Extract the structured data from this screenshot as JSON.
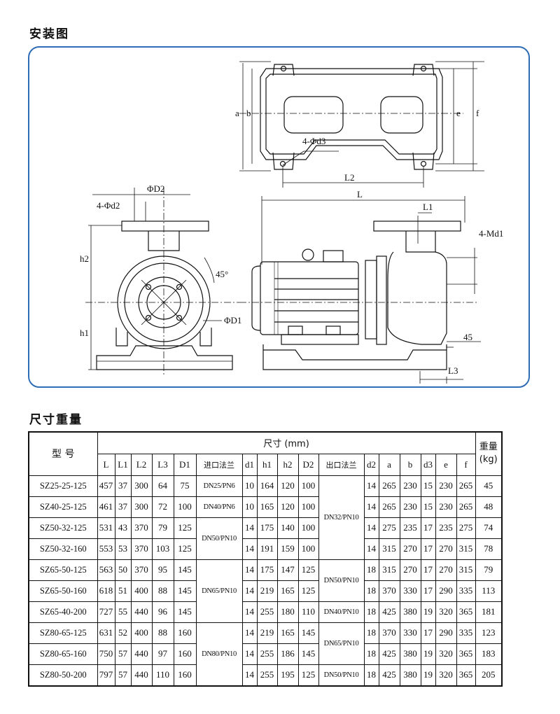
{
  "headings": {
    "install": "安装图",
    "dims": "尺寸重量"
  },
  "drawing_labels": {
    "a": "a",
    "b": "b",
    "e": "e",
    "f": "f",
    "d3": "4-Φd3",
    "L2": "L2",
    "L": "L",
    "L1": "L1",
    "Md1": "4-Md1",
    "D2": "ΦD2",
    "d2": "4-Φd2",
    "h2": "h2",
    "h1": "h1",
    "deg": "45°",
    "D1": "ΦD1",
    "n45": "45",
    "L3": "L3"
  },
  "table": {
    "model_header": "型 号",
    "dims_header": "尺寸 (mm)",
    "weight_header": "重量\n(kg)",
    "columns": [
      "L",
      "L1",
      "L2",
      "L3",
      "D1",
      "进口法兰",
      "d1",
      "h1",
      "h2",
      "D2",
      "出口法兰",
      "d2",
      "a",
      "b",
      "d3",
      "e",
      "f"
    ],
    "inlet_groups": [
      "DN50/PN10",
      "DN65/PN10",
      "DN80/PN10"
    ],
    "outlet_groups": [
      "DN32/PN10",
      "DN50/PN10",
      "DN40/PN10",
      "DN65/PN10",
      "DN50/PN10"
    ],
    "rows": [
      {
        "model": "SZ25-25-125",
        "L": "457",
        "L1": "37",
        "L2": "300",
        "L3": "64",
        "D1": "75",
        "inlet": "DN25/PN6",
        "d1": "10",
        "h1": "164",
        "h2": "120",
        "D2": "100",
        "d2": "14",
        "a": "265",
        "b": "230",
        "d3": "15",
        "e": "230",
        "f": "265",
        "w": "45"
      },
      {
        "model": "SZ40-25-125",
        "L": "461",
        "L1": "37",
        "L2": "300",
        "L3": "72",
        "D1": "100",
        "inlet": "DN40/PN6",
        "d1": "10",
        "h1": "165",
        "h2": "120",
        "D2": "100",
        "d2": "14",
        "a": "265",
        "b": "230",
        "d3": "15",
        "e": "230",
        "f": "265",
        "w": "48"
      },
      {
        "model": "SZ50-32-125",
        "L": "531",
        "L1": "43",
        "L2": "370",
        "L3": "79",
        "D1": "125",
        "d1": "14",
        "h1": "175",
        "h2": "140",
        "D2": "100",
        "d2": "14",
        "a": "275",
        "b": "235",
        "d3": "17",
        "e": "235",
        "f": "275",
        "w": "74"
      },
      {
        "model": "SZ50-32-160",
        "L": "553",
        "L1": "53",
        "L2": "370",
        "L3": "103",
        "D1": "125",
        "d1": "14",
        "h1": "191",
        "h2": "159",
        "D2": "100",
        "d2": "14",
        "a": "315",
        "b": "270",
        "d3": "17",
        "e": "270",
        "f": "315",
        "w": "78"
      },
      {
        "model": "SZ65-50-125",
        "L": "563",
        "L1": "50",
        "L2": "370",
        "L3": "95",
        "D1": "145",
        "d1": "14",
        "h1": "175",
        "h2": "147",
        "D2": "125",
        "d2": "18",
        "a": "315",
        "b": "270",
        "d3": "17",
        "e": "270",
        "f": "315",
        "w": "79"
      },
      {
        "model": "SZ65-50-160",
        "L": "618",
        "L1": "51",
        "L2": "400",
        "L3": "88",
        "D1": "145",
        "d1": "14",
        "h1": "219",
        "h2": "165",
        "D2": "125",
        "d2": "18",
        "a": "370",
        "b": "330",
        "d3": "17",
        "e": "290",
        "f": "335",
        "w": "113"
      },
      {
        "model": "SZ65-40-200",
        "L": "727",
        "L1": "55",
        "L2": "440",
        "L3": "96",
        "D1": "145",
        "d1": "14",
        "h1": "255",
        "h2": "180",
        "D2": "110",
        "d2": "18",
        "a": "425",
        "b": "380",
        "d3": "19",
        "e": "320",
        "f": "365",
        "w": "181"
      },
      {
        "model": "SZ80-65-125",
        "L": "631",
        "L1": "52",
        "L2": "400",
        "L3": "88",
        "D1": "160",
        "d1": "14",
        "h1": "219",
        "h2": "165",
        "D2": "145",
        "d2": "18",
        "a": "370",
        "b": "330",
        "d3": "17",
        "e": "290",
        "f": "335",
        "w": "123"
      },
      {
        "model": "SZ80-65-160",
        "L": "750",
        "L1": "57",
        "L2": "440",
        "L3": "97",
        "D1": "160",
        "d1": "14",
        "h1": "255",
        "h2": "186",
        "D2": "145",
        "d2": "18",
        "a": "425",
        "b": "380",
        "d3": "19",
        "e": "320",
        "f": "365",
        "w": "183"
      },
      {
        "model": "SZ80-50-200",
        "L": "797",
        "L1": "57",
        "L2": "440",
        "L3": "110",
        "D1": "160",
        "d1": "14",
        "h1": "255",
        "h2": "195",
        "D2": "125",
        "d2": "18",
        "a": "425",
        "b": "380",
        "d3": "19",
        "e": "320",
        "f": "365",
        "w": "205"
      }
    ]
  },
  "colors": {
    "panel_border": "#2e6db5"
  }
}
